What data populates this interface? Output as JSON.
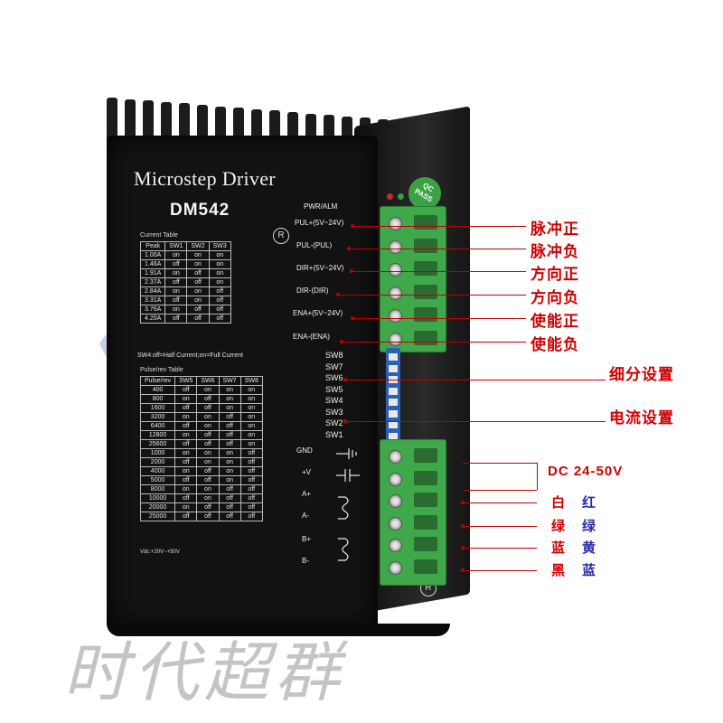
{
  "product": {
    "title": "Microstep Driver",
    "model": "DM542",
    "qc_badge": [
      "QC",
      "PASS"
    ],
    "registered_mark": "R"
  },
  "current_table": {
    "title": "Current Table",
    "headers": [
      "Peak",
      "SW1",
      "SW2",
      "SW3"
    ],
    "rows": [
      [
        "1.00A",
        "on",
        "on",
        "on"
      ],
      [
        "1.46A",
        "off",
        "on",
        "on"
      ],
      [
        "1.91A",
        "on",
        "off",
        "on"
      ],
      [
        "2.37A",
        "off",
        "off",
        "on"
      ],
      [
        "2.84A",
        "on",
        "on",
        "off"
      ],
      [
        "3.31A",
        "off",
        "on",
        "off"
      ],
      [
        "3.76A",
        "on",
        "off",
        "off"
      ],
      [
        "4.20A",
        "off",
        "off",
        "off"
      ]
    ],
    "note": "SW4:off=Half Current;on=Full Current"
  },
  "pulse_table": {
    "title": "Pulse/rev Table",
    "headers": [
      "Pulse/rev",
      "SW5",
      "SW6",
      "SW7",
      "SW8"
    ],
    "rows": [
      [
        "400",
        "off",
        "on",
        "on",
        "on"
      ],
      [
        "800",
        "on",
        "off",
        "on",
        "on"
      ],
      [
        "1600",
        "off",
        "off",
        "on",
        "on"
      ],
      [
        "3200",
        "on",
        "on",
        "off",
        "on"
      ],
      [
        "6400",
        "off",
        "on",
        "off",
        "on"
      ],
      [
        "12800",
        "on",
        "off",
        "off",
        "on"
      ],
      [
        "25600",
        "off",
        "off",
        "off",
        "on"
      ],
      [
        "1000",
        "on",
        "on",
        "on",
        "off"
      ],
      [
        "2000",
        "off",
        "on",
        "on",
        "off"
      ],
      [
        "4000",
        "on",
        "off",
        "on",
        "off"
      ],
      [
        "5000",
        "off",
        "off",
        "on",
        "off"
      ],
      [
        "8000",
        "on",
        "on",
        "off",
        "off"
      ],
      [
        "10000",
        "off",
        "on",
        "off",
        "off"
      ],
      [
        "20000",
        "on",
        "off",
        "off",
        "off"
      ],
      [
        "25000",
        "off",
        "off",
        "off",
        "off"
      ]
    ],
    "vdc": "Vdc:+20V~+50V"
  },
  "control_terminals": {
    "header": "PWR/ALM",
    "pins": [
      "PUL+(5V~24V)",
      "PUL-(PUL)",
      "DIR+(5V~24V)",
      "DIR-(DIR)",
      "ENA+(5V~24V)",
      "ENA-(ENA)"
    ]
  },
  "switches": [
    "SW8",
    "SW7",
    "SW6",
    "SW5",
    "SW4",
    "SW3",
    "SW2",
    "SW1"
  ],
  "power_terminals": [
    "GND",
    "+V",
    "A+",
    "A-",
    "B+",
    "B-"
  ],
  "annotations": {
    "pul_pos": "脉冲正",
    "pul_neg": "脉冲负",
    "dir_pos": "方向正",
    "dir_neg": "方向负",
    "ena_pos": "使能正",
    "ena_neg": "使能负",
    "microstep_setting": "细分设置",
    "current_setting": "电流设置",
    "dc_voltage": "DC 24-50V",
    "wire_a_pos": [
      "白",
      "红"
    ],
    "wire_a_neg": [
      "绿",
      "绿"
    ],
    "wire_b_pos": [
      "蓝",
      "黄"
    ],
    "wire_b_neg": [
      "黑",
      "蓝"
    ]
  },
  "brand_watermark": "时代超群",
  "colors": {
    "annotation_red": "#d00000",
    "annotation_blue": "#2a2aa8",
    "terminal_green": "#3fa84a",
    "body_black": "#121212"
  }
}
